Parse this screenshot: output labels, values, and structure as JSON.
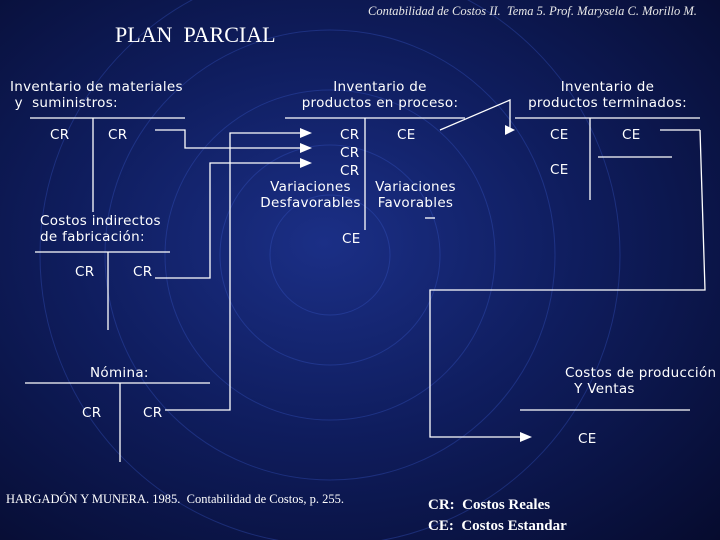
{
  "header": "Contabilidad de Costos II.  Tema 5. Prof. Marysela C. Morillo M.",
  "title": "PLAN  PARCIAL",
  "accounts": {
    "materiales": {
      "title": "Inventario de materiales\n y  suministros:",
      "left": "CR",
      "right": "CR"
    },
    "proceso": {
      "title": "Inventario de\nproductos en proceso:",
      "left_entries": [
        "CR",
        "CR",
        "CR"
      ],
      "right_entry": "CE",
      "variaciones_desfavorables": "Variaciones\nDesfavorables",
      "variaciones_favorables": "Variaciones\nFavorables",
      "credit": "CE"
    },
    "terminados": {
      "title": "Inventario de\nproductos terminados:",
      "left": [
        "CE",
        "CE"
      ],
      "right": "CE"
    },
    "indirectos": {
      "title": "Costos indirectos\nde fabricación:",
      "left": "CR",
      "right": "CR"
    },
    "nomina": {
      "title": "Nómina:",
      "left": "CR",
      "right": "CR"
    },
    "ventas": {
      "title": "Costos de producción\n  Y Ventas",
      "entry": "CE"
    }
  },
  "reference": "HARGADÓN Y MUNERA. 1985.  Contabilidad de Costos, p. 255.",
  "legend": [
    "CR:  Costos Reales",
    "CE:  Costos Estandar"
  ],
  "colors": {
    "background": "#0f1d5e",
    "lines": "#ffffff",
    "text": "#ffffff"
  }
}
